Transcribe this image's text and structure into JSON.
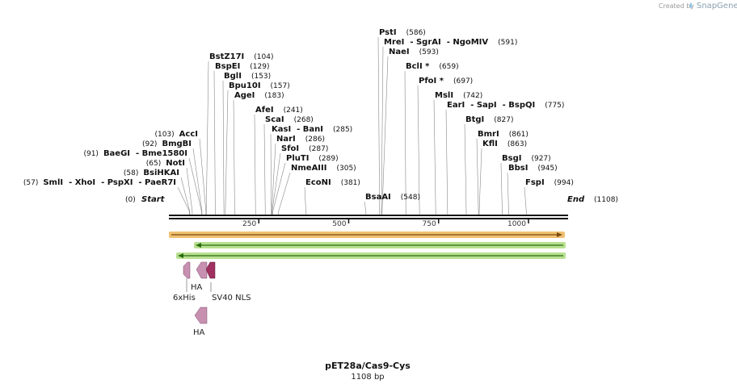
{
  "credit": {
    "text": "Created by",
    "brand": "SnapGene"
  },
  "map": {
    "name": "pET28a/Cas9-Cys",
    "length_label": "1108 bp",
    "length": 1108,
    "start_label": "Start",
    "end_label": "End",
    "start_pos": "(0)",
    "end_pos": "(1108)",
    "ticks": [
      250,
      500,
      750,
      1000
    ],
    "sites": [
      {
        "name": "PstI",
        "pos": 586
      },
      {
        "name": "MreI  - SgrAI  - NgoMIV",
        "pos": 591
      },
      {
        "name": "NaeI",
        "pos": 593
      },
      {
        "name": "BclI *",
        "pos": 659
      },
      {
        "name": "PfoI *",
        "pos": 697
      },
      {
        "name": "MslI",
        "pos": 742
      },
      {
        "name": "EarI  - SapI  - BspQI",
        "pos": 775
      },
      {
        "name": "BtgI",
        "pos": 827
      },
      {
        "name": "BmrI",
        "pos": 861
      },
      {
        "name": "KflI",
        "pos": 863
      },
      {
        "name": "BsgI",
        "pos": 927
      },
      {
        "name": "BbsI",
        "pos": 945
      },
      {
        "name": "FspI",
        "pos": 994
      },
      {
        "name": "BsaAI",
        "pos": 548
      },
      {
        "name": "EcoNI",
        "pos": 381
      },
      {
        "name": "NmeAIII",
        "pos": 305
      },
      {
        "name": "PluTI",
        "pos": 289
      },
      {
        "name": "SfoI",
        "pos": 287
      },
      {
        "name": "NarI",
        "pos": 286
      },
      {
        "name": "KasI  - BanI",
        "pos": 285
      },
      {
        "name": "ScaI",
        "pos": 268
      },
      {
        "name": "AfeI",
        "pos": 241
      },
      {
        "name": "AgeI",
        "pos": 183
      },
      {
        "name": "Bpu10I",
        "pos": 157
      },
      {
        "name": "BglI",
        "pos": 153
      },
      {
        "name": "BspEI",
        "pos": 129
      },
      {
        "name": "BstZ17I",
        "pos": 104
      },
      {
        "name": "AccI",
        "pos": 103
      },
      {
        "name": "BmgBI",
        "pos": 92
      },
      {
        "name": "BaeGI  - Bme1580I",
        "pos": 91
      },
      {
        "name": "NotI",
        "pos": 65
      },
      {
        "name": "BsiHKAI",
        "pos": 58
      },
      {
        "name": "SmlI  - XhoI  - PspXI  - PaeR7I",
        "pos": 57
      }
    ],
    "features": [
      {
        "name": "6xHis"
      },
      {
        "name": "HA"
      },
      {
        "name": "SV40 NLS"
      },
      {
        "name": "HA"
      }
    ],
    "colors": {
      "backbone": "#111111",
      "orf_orange": "#f0c070",
      "orf_orange_line": "#7a4a10",
      "orf_green": "#b8e090",
      "orf_green_line": "#2a6a10",
      "feature_pink": "#c890b0",
      "feature_dark": "#a03060"
    }
  }
}
